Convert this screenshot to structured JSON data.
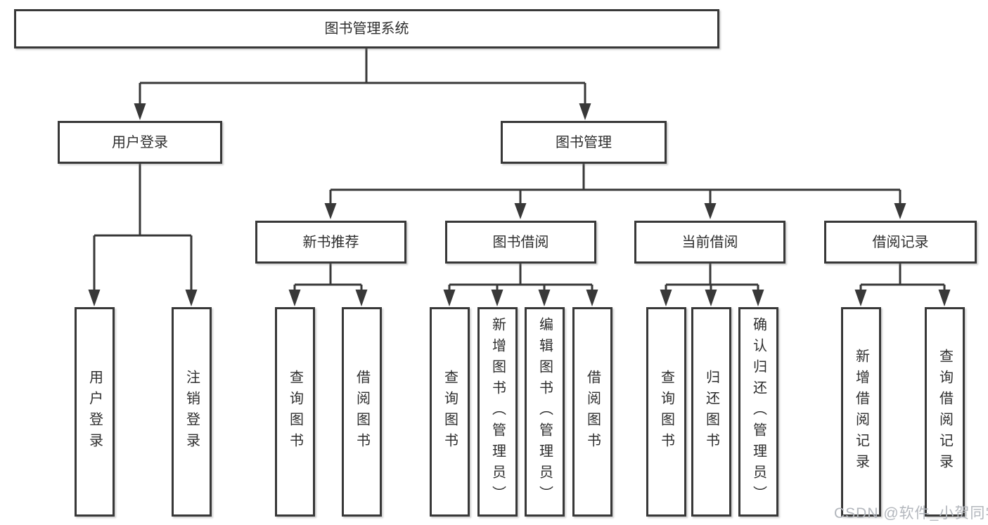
{
  "diagram": {
    "title_node": "图书管理系统",
    "level2": [
      "用户登录",
      "图书管理"
    ],
    "level3": [
      "新书推荐",
      "图书借阅",
      "当前借阅",
      "借阅记录"
    ],
    "leaves_user_login": [
      "用户登录",
      "注销登录"
    ],
    "leaves_new_book": [
      "查询图书",
      "借阅图书"
    ],
    "leaves_book_borrow": [
      "查询图书",
      "新增图书（管理员）",
      "编辑图书（管理员）",
      "借阅图书"
    ],
    "leaves_current_borrow": [
      "查询图书",
      "归还图书",
      "确认归还（管理员）"
    ],
    "leaves_borrow_record": [
      "新增借阅记录",
      "查询借阅记录"
    ]
  },
  "watermark": "CSDN @软件_小贺同学",
  "colors": {
    "line": "#383838",
    "background": "#ffffff",
    "watermark": "#b3b7bd"
  }
}
